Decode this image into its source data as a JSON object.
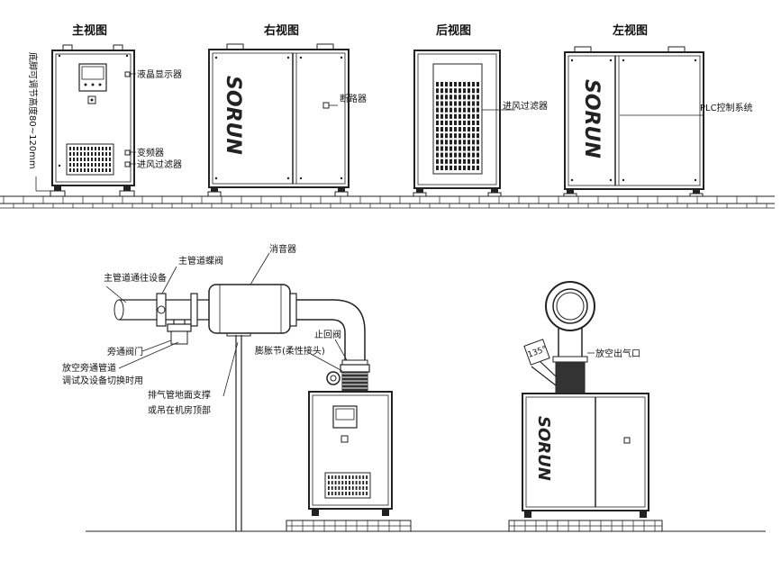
{
  "views": {
    "front": "主视图",
    "right": "右视图",
    "back": "后视图",
    "left": "左视图"
  },
  "brand": "SORUN",
  "labels": {
    "lcd": "液晶显示器",
    "inverter": "变频器",
    "inlet_filter_front": "进风过滤器",
    "foot_adjust": "底脚可调节高度80~120mm",
    "breaker": "断路器",
    "inlet_filter_back": "进风过滤器",
    "plc": "PLC控制系统",
    "muffler": "消音器",
    "butterfly_valve": "主管道蝶阀",
    "to_equipment": "主管道通往设备",
    "bypass_valve": "旁通阀门",
    "bypass_desc_1": "放空旁通管道",
    "bypass_desc_2": "调试及设备切换时用",
    "check_valve": "止回阀",
    "expansion_joint": "膨胀节(柔性接头)",
    "support_1": "排气管地面支撑",
    "support_2": "或吊在机房顶部",
    "vent_outlet": "放空出气口",
    "angle": "135°"
  }
}
